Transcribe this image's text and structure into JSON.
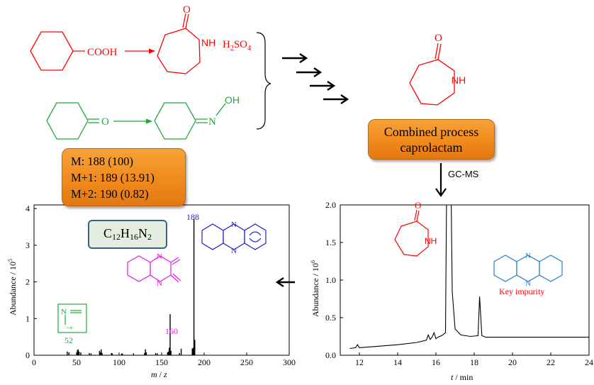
{
  "reactions": {
    "top_reactant_label": "COOH",
    "top_product_nh": "NH",
    "top_product_o": "O",
    "reagent": "H",
    "reagent_sub": "2",
    "reagent_tail": "SO",
    "reagent_sub2": "4",
    "bottom_reactant_o": "O",
    "bottom_product_n": "N",
    "bottom_product_oh": "OH",
    "colors": {
      "top": "#ff0000",
      "bottom": "#22a83a"
    }
  },
  "product": {
    "o": "O",
    "nh": "NH",
    "color": "#ff0000"
  },
  "combined_process": {
    "line1": "Combined process",
    "line2": "caprolactam"
  },
  "gcms_label": "GC-MS",
  "mass_box": {
    "line1": "M: 188 (100)",
    "line2": "M+1: 189 (13.91)",
    "line3": "M+2: 190 (0.82)"
  },
  "formula": {
    "c": "C",
    "c_n": "12",
    "h": "H",
    "h_n": "16",
    "n": "N",
    "n_n": "2"
  },
  "ms_spectrum": {
    "ylabel": "Abundance / 10",
    "ylabel_exp": "5",
    "xlabel_m": "m",
    "xlabel_rest": " / ",
    "xlabel_z": "z",
    "x_ticks": [
      "0",
      "50",
      "100",
      "150",
      "200",
      "250",
      "300"
    ],
    "y_ticks": [
      "0",
      "1",
      "2",
      "3",
      "4"
    ],
    "peak_labels": {
      "p188": "188",
      "p160": "160",
      "p52": "52"
    },
    "fragment_n": "N",
    "fragment_charge": "·+",
    "structure_160_n1": "N",
    "structure_160_n2": "N",
    "structure_188_n1": "N",
    "structure_188_n2": "N",
    "colors": {
      "p188": "#2020d0",
      "p160": "#e020e0",
      "p52": "#22a83a"
    }
  },
  "gc_chromatogram": {
    "ylabel": "Abundance / 10",
    "ylabel_exp": "6",
    "xlabel_t": "t",
    "xlabel_rest": " / min",
    "x_ticks": [
      "12",
      "14",
      "16",
      "18",
      "20",
      "22",
      "24"
    ],
    "y_ticks": [
      "0.0",
      "0.5",
      "1.0",
      "1.5",
      "2.0"
    ],
    "caprolactam_o": "O",
    "caprolactam_nh": "NH",
    "impurity_n1": "N",
    "impurity_n2": "N",
    "impurity_label": "Key impurity",
    "colors": {
      "caprolactam": "#ff0000",
      "impurity": "#2c7fc9",
      "impurity_label": "#ff0000"
    }
  },
  "chart_data": [
    {
      "type": "bar",
      "xlabel": "m / z",
      "ylabel": "Abundance / 10^5",
      "xlim": [
        0,
        300
      ],
      "ylim": [
        0,
        4.1
      ],
      "x": [
        39,
        41,
        51,
        52,
        53,
        55,
        65,
        67,
        77,
        78,
        79,
        80,
        91,
        92,
        103,
        104,
        117,
        130,
        131,
        132,
        143,
        145,
        157,
        158,
        159,
        160,
        161,
        171,
        173,
        186,
        187,
        188,
        189
      ],
      "values": [
        0.1,
        0.08,
        0.14,
        0.16,
        0.1,
        0.08,
        0.06,
        0.05,
        0.12,
        0.08,
        0.16,
        0.06,
        0.06,
        0.05,
        0.05,
        0.04,
        0.05,
        0.06,
        0.16,
        0.08,
        0.06,
        0.05,
        0.08,
        0.1,
        0.2,
        1.12,
        0.12,
        0.06,
        0.18,
        0.18,
        0.2,
        3.72,
        0.42
      ]
    },
    {
      "type": "line",
      "xlabel": "t / min",
      "ylabel": "Abundance / 10^6",
      "xlim": [
        11,
        24
      ],
      "ylim": [
        0,
        2.0
      ],
      "x": [
        11.5,
        11.8,
        11.9,
        12.0,
        13.0,
        14.0,
        15.0,
        15.5,
        15.6,
        15.7,
        15.8,
        15.9,
        16.0,
        16.1,
        16.3,
        16.5,
        16.55,
        16.8,
        16.85,
        17.0,
        17.3,
        17.8,
        18.2,
        18.28,
        18.4,
        18.6,
        19,
        20,
        21,
        22,
        23,
        24
      ],
      "y": [
        0.09,
        0.1,
        0.14,
        0.1,
        0.12,
        0.14,
        0.17,
        0.2,
        0.27,
        0.21,
        0.24,
        0.3,
        0.22,
        0.24,
        0.26,
        0.3,
        2.0,
        2.0,
        0.85,
        0.35,
        0.27,
        0.25,
        0.26,
        0.78,
        0.26,
        0.24,
        0.24,
        0.24,
        0.24,
        0.24,
        0.24,
        0.24
      ]
    }
  ]
}
